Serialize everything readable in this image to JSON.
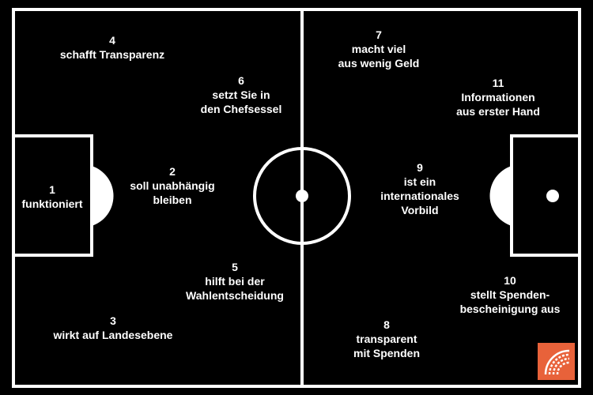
{
  "colors": {
    "background": "#000000",
    "lines": "#ffffff",
    "logo": "#e8623a"
  },
  "positions": [
    {
      "number": "1",
      "lines": [
        "funktioniert"
      ]
    },
    {
      "number": "2",
      "lines": [
        "soll unabhängig",
        "bleiben"
      ]
    },
    {
      "number": "3",
      "lines": [
        "wirkt auf Landesebene"
      ]
    },
    {
      "number": "4",
      "lines": [
        "schafft Transparenz"
      ]
    },
    {
      "number": "5",
      "lines": [
        "hilft bei der",
        "Wahlentscheidung"
      ]
    },
    {
      "number": "6",
      "lines": [
        "setzt Sie in",
        "den Chefsessel"
      ]
    },
    {
      "number": "7",
      "lines": [
        "macht viel",
        "aus wenig Geld"
      ]
    },
    {
      "number": "8",
      "lines": [
        "transparent",
        "mit Spenden"
      ]
    },
    {
      "number": "9",
      "lines": [
        "ist ein",
        "internationales",
        "Vorbild"
      ]
    },
    {
      "number": "10",
      "lines": [
        "stellt Spenden-",
        "bescheinigung aus"
      ]
    },
    {
      "number": "11",
      "lines": [
        "Informationen",
        "aus erster Hand"
      ]
    }
  ],
  "logo_icon": "fan-logo-icon"
}
